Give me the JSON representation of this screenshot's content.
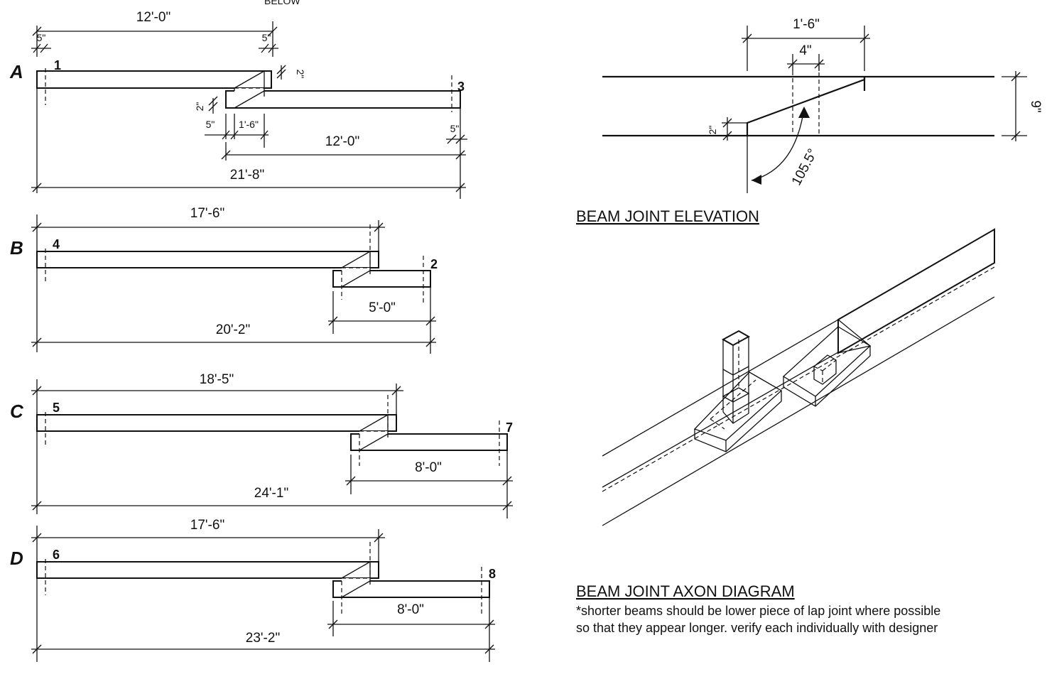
{
  "header": {
    "cut_text": "BELOW"
  },
  "rows": [
    {
      "label": "A",
      "beams": [
        "1",
        "3"
      ],
      "dims": {
        "top": "12'-0\"",
        "top_left_offset": "5\"",
        "top_right_offset": "5\"",
        "drop_right": "2\"",
        "drop_left": "2\"",
        "bottom_left_offset": "5\"",
        "lap": "1'-6\"",
        "second": "12'-0\"",
        "bottom_right_offset": "5\"",
        "overall": "21'-8\""
      }
    },
    {
      "label": "B",
      "beams": [
        "4",
        "2"
      ],
      "dims": {
        "top": "17'-6\"",
        "second": "5'-0\"",
        "overall": "20'-2\""
      }
    },
    {
      "label": "C",
      "beams": [
        "5",
        "7"
      ],
      "dims": {
        "top": "18'-5\"",
        "second": "8'-0\"",
        "overall": "24'-1\""
      }
    },
    {
      "label": "D",
      "beams": [
        "6",
        "8"
      ],
      "dims": {
        "top": "17'-6\"",
        "second": "8'-0\"",
        "overall": "23'-2\""
      }
    }
  ],
  "elevation": {
    "title": "BEAM JOINT ELEVATION",
    "dims": {
      "lap": "1'-6\"",
      "notch": "4\"",
      "depth": "9\"",
      "drop": "2\"",
      "angle": "105.5°"
    }
  },
  "axon": {
    "title": "BEAM JOINT AXON DIAGRAM",
    "note_line1": "*shorter beams should be lower piece of lap joint where possible",
    "note_line2": "so that they appear longer. verify each individually with designer"
  }
}
